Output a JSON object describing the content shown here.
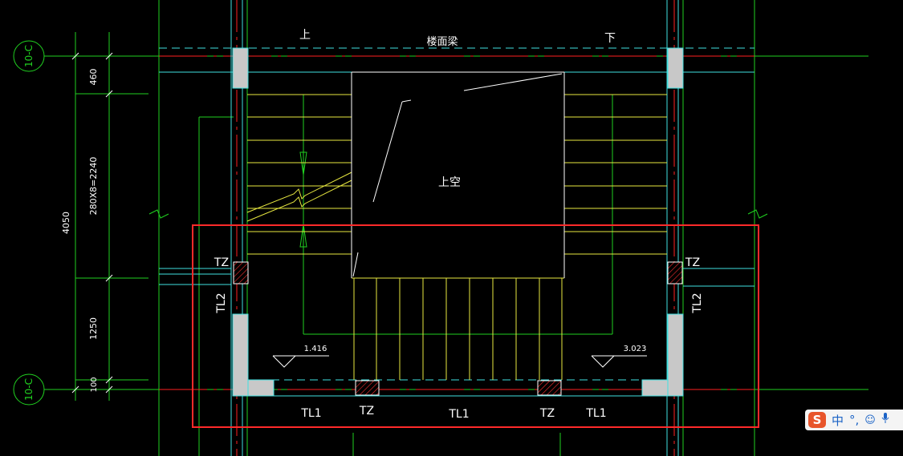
{
  "colors": {
    "background": "#000000",
    "axis_green": "#20d020",
    "wall_cyan": "#40e0e0",
    "center_red": "#ff2020",
    "stair_yellow": "#e8e840",
    "text_white": "#ffffff",
    "column_gray": "#c8c8c8",
    "highlight_red": "#ff2a2a"
  },
  "axes": {
    "top_axis": "10-C",
    "bottom_axis": "10-C"
  },
  "dimensions": {
    "d460": "460",
    "d2240": "280X8=2240",
    "d4050": "4050",
    "d1250": "1250",
    "d100": "100"
  },
  "labels": {
    "up": "上",
    "down": "下",
    "floor_beam": "楼面梁",
    "void": "上空",
    "tz_left": "TZ",
    "tz_right": "TZ",
    "tl2_left": "TL2",
    "tl2_right": "TL2",
    "elev_left": "1.416",
    "elev_right": "3.023",
    "tl1_left": "TL1",
    "tz_bottom_left": "TZ",
    "tl1_mid": "TL1",
    "tz_bottom_right": "TZ",
    "tl1_right": "TL1"
  },
  "ime_toolbar": {
    "logo": "S",
    "mode": "中",
    "punct": "°,",
    "emoji_icon": "smiley-icon",
    "mic_icon": "microphone-icon"
  }
}
